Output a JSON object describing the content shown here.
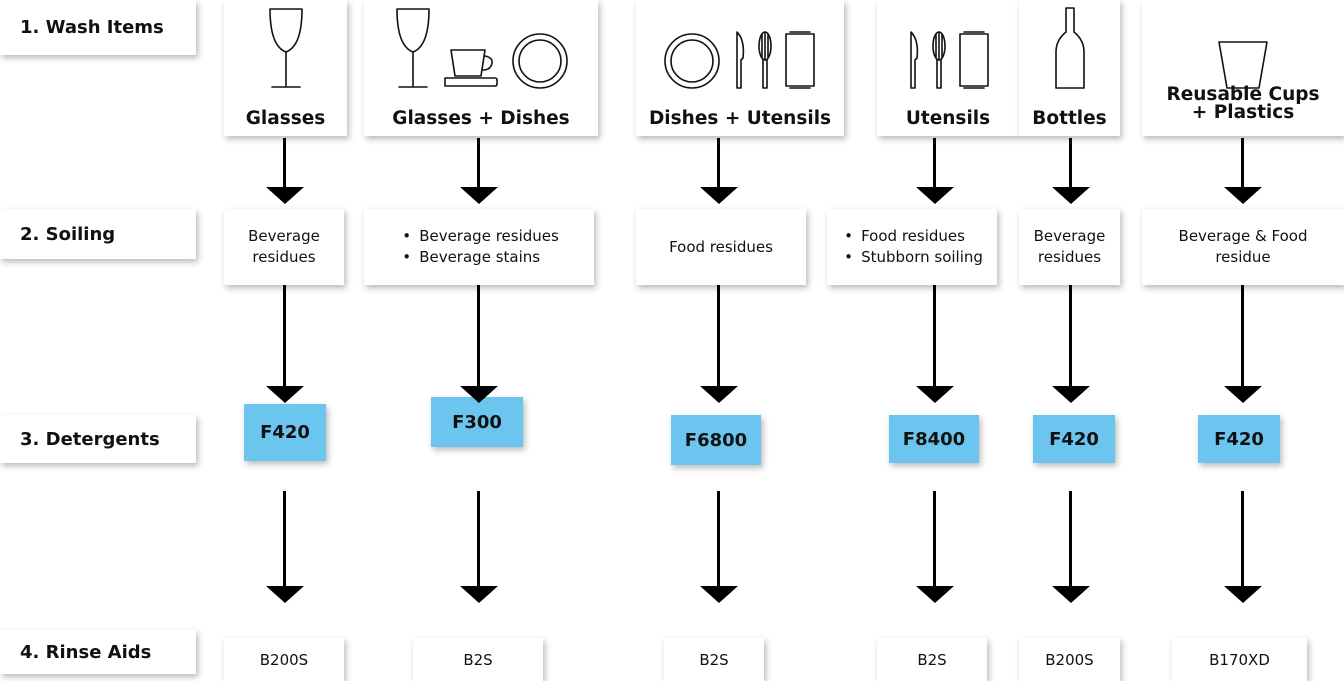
{
  "stages": {
    "wash": "1. Wash Items",
    "soil": "2. Soiling",
    "detergents": "3. Detergents",
    "rinse": "4. Rinse Aids"
  },
  "columns": [
    {
      "id": "glasses",
      "title": "Glasses",
      "icons": [
        "wine-glass-icon"
      ],
      "soiling": {
        "text": "Beverage\nresidues"
      },
      "detergent": "F420",
      "rinse_aid": "B200S"
    },
    {
      "id": "glasses-dishes",
      "title": "Glasses + Dishes",
      "icons": [
        "wine-glass-icon",
        "cup-saucer-icon",
        "plate-icon"
      ],
      "soiling": {
        "bullets": [
          "Beverage residues",
          "Beverage stains"
        ]
      },
      "detergent": "F300",
      "rinse_aid": "B2S"
    },
    {
      "id": "dishes-utensils",
      "title": "Dishes + Utensils",
      "icons": [
        "plate-icon",
        "knife-icon",
        "fork-icon",
        "utensil-rack-icon"
      ],
      "soiling": {
        "text": "Food residues"
      },
      "detergent": "F6800",
      "rinse_aid": "B2S"
    },
    {
      "id": "utensils",
      "title": "Utensils",
      "icons": [
        "knife-icon",
        "fork-icon",
        "utensil-rack-icon"
      ],
      "soiling": {
        "bullets": [
          "Food residues",
          "Stubborn soiling"
        ]
      },
      "detergent": "F8400",
      "rinse_aid": "B2S"
    },
    {
      "id": "bottles",
      "title": "Bottles",
      "icons": [
        "bottle-icon"
      ],
      "soiling": {
        "text": "Beverage\nresidues"
      },
      "detergent": "F420",
      "rinse_aid": "B200S"
    },
    {
      "id": "reusable-cups-plastics",
      "title": "Reusable Cups\n+ Plastics",
      "icons": [
        "plastic-cup-icon"
      ],
      "soiling": {
        "text": "Beverage & Food\nresidue"
      },
      "detergent": "F420",
      "rinse_aid": "B170XD"
    }
  ],
  "colors": {
    "detergent_box": "#6cc5ee",
    "arrow": "#000000",
    "card": "#ffffff"
  }
}
